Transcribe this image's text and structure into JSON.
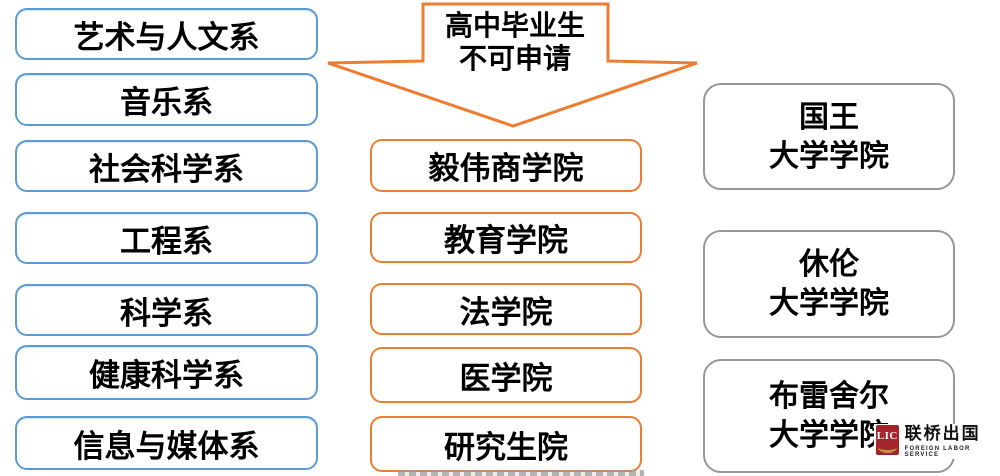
{
  "colors": {
    "faculty_border_blue": "#5B9BD5",
    "school_border_orange": "#ED7D31",
    "college_border_gray": "#979797",
    "text": "#000000",
    "logo_red": "#A4262C",
    "logo_gold": "#C9913D"
  },
  "arrow_callout": {
    "line1": "高中毕业生",
    "line2": "不可申请"
  },
  "left_column": {
    "items": [
      {
        "label": "艺术与人文系"
      },
      {
        "label": "音乐系"
      },
      {
        "label": "社会科学系"
      },
      {
        "label": "工程系"
      },
      {
        "label": "科学系"
      },
      {
        "label": "健康科学系"
      },
      {
        "label": "信息与媒体系"
      }
    ]
  },
  "middle_column": {
    "items": [
      {
        "label": "毅伟商学院"
      },
      {
        "label": "教育学院"
      },
      {
        "label": "法学院"
      },
      {
        "label": "医学院"
      },
      {
        "label": "研究生院"
      }
    ]
  },
  "right_column": {
    "items": [
      {
        "line1": "国王",
        "line2": "大学学院"
      },
      {
        "line1": "休伦",
        "line2": "大学学院"
      },
      {
        "line1": "布雷舍尔",
        "line2": "大学学院"
      }
    ]
  },
  "logo": {
    "monogram": "LIC",
    "name": "联桥出国",
    "tagline": "FOREIGN LABOR SERVICE"
  }
}
